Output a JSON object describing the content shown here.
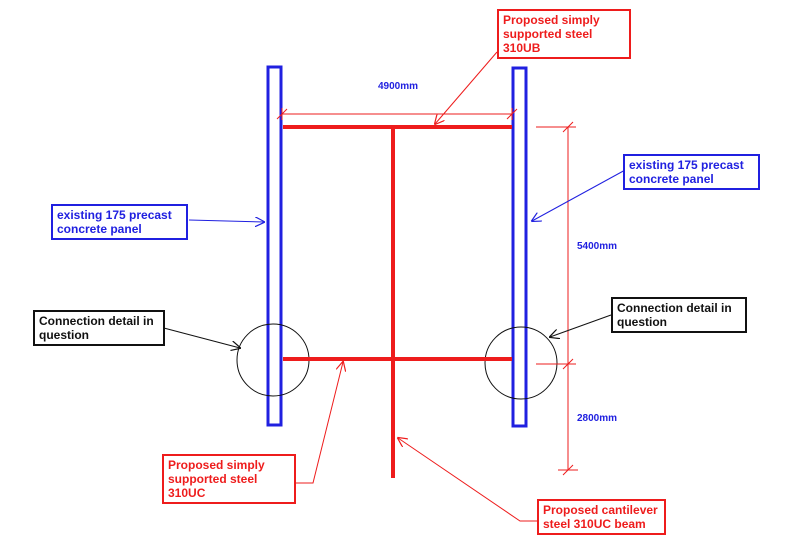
{
  "colors": {
    "red": "#ee1c1c",
    "blue": "#2020e0",
    "black": "#111111"
  },
  "labels": {
    "top_beam": [
      "Proposed simply",
      "supported steel",
      "310UB"
    ],
    "left_panel": [
      "existing 175 precast",
      "concrete panel"
    ],
    "right_panel": [
      "existing 175 precast",
      "concrete panel"
    ],
    "left_connection": [
      "Connection detail in",
      "question"
    ],
    "right_connection": [
      "Connection detail in",
      "question"
    ],
    "mid_beam": [
      "Proposed simply",
      "supported steel",
      "310UC"
    ],
    "cantilever": [
      "Proposed cantilever",
      "steel 310UC beam"
    ]
  },
  "dimensions": {
    "span": "4900mm",
    "upper_height": "5400mm",
    "lower_height": "2800mm"
  }
}
